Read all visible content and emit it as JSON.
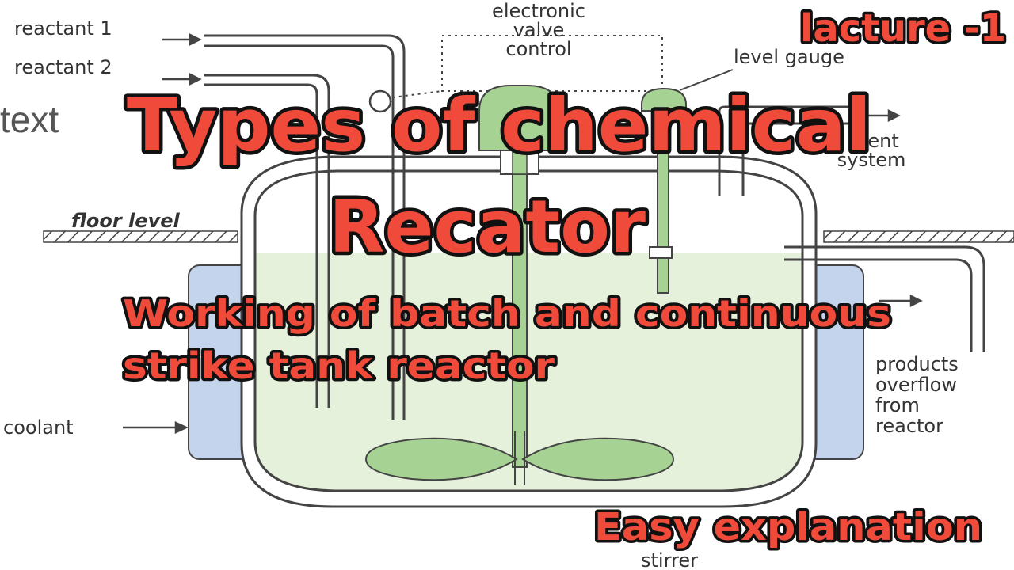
{
  "diagram": {
    "labels": {
      "reactant_1": "reactant 1",
      "reactant_2": "reactant 2",
      "stray_text": "text",
      "electronic_line1": "electronic",
      "electronic_line2": "valve",
      "electronic_line3": "control",
      "level_gauge": "level gauge",
      "vent_line1": "vent",
      "vent_line2": "system",
      "floor_level": "floor level",
      "products_line1": "products",
      "products_line2": "overflow",
      "products_line3": "from",
      "products_line4": "reactor",
      "coolant": "coolant",
      "stirrer": "stirrer"
    },
    "colors": {
      "liquid": "#e6f1dc",
      "stirrer_green": "#a6d393",
      "jacket_blue": "#c3d4ec",
      "line": "#444444",
      "overlay_red": "#ef4a3a"
    }
  },
  "overlay": {
    "tag": "lacture -1",
    "title_line1": "Types of chemical",
    "title_line2": "Recator",
    "subtitle_line1": "Working of batch and continuous",
    "subtitle_line2": "strike tank reactor",
    "footer": "Easy explanation"
  }
}
